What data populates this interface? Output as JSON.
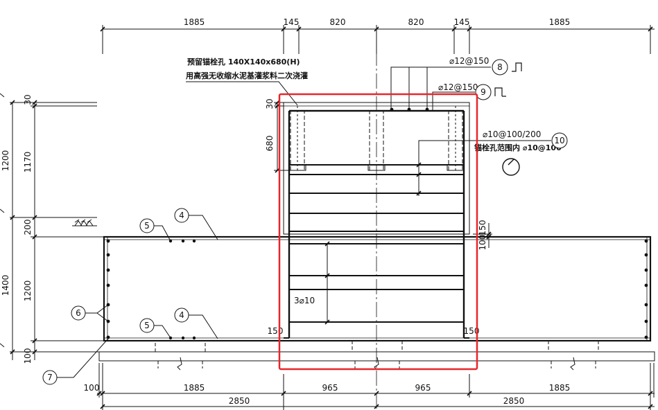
{
  "top_dims": [
    "1885",
    "145",
    "820",
    "820",
    "145",
    "1885"
  ],
  "bottom_dims_row1": [
    "100",
    "1885",
    "965",
    "965",
    "1885"
  ],
  "bottom_dims_row2": [
    "2850",
    "2850"
  ],
  "left_dims": {
    "outer": [
      "1200",
      "1400"
    ],
    "inner": [
      "30",
      "1170",
      "200",
      "1200",
      "100"
    ]
  },
  "pedestal_dims": {
    "top_cover": "30",
    "anchor_depth": "680",
    "step_a": "100",
    "step_b": "150",
    "foot_left": "150",
    "foot_right": "150"
  },
  "notes": {
    "anchor_hole": "预留锚栓孔 140X140x680(H)",
    "grout": "用高强无收缩水泥基灌浆料二次浇灌",
    "rebar_9": "⌀12@150",
    "rebar_8": "⌀12@150",
    "rebar_10a": "⌀10@100/200",
    "rebar_10b": "锚栓孔范围内 ⌀10@100",
    "bars_3": "3⌀10"
  },
  "callouts": [
    "4",
    "5",
    "4",
    "5",
    "6",
    "7",
    "8",
    "9",
    "10"
  ],
  "colors": {
    "line": "#111111",
    "highlight": "#e8262a",
    "bg": "#ffffff"
  }
}
